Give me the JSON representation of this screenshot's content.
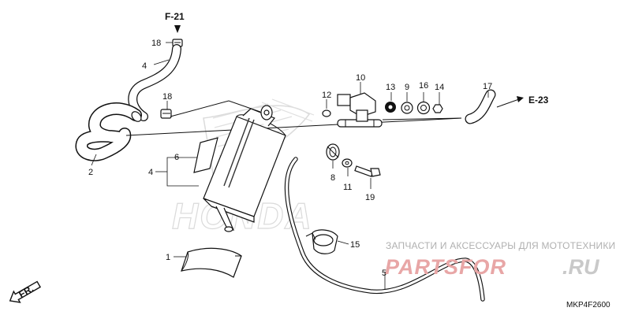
{
  "diagram": {
    "refs": {
      "top": "F-21",
      "right": "E-23"
    },
    "direction_label": "FR.",
    "diagram_code": "MKP4F2600",
    "parts": [
      {
        "id": "1"
      },
      {
        "id": "2"
      },
      {
        "id": "3"
      },
      {
        "id": "4"
      },
      {
        "id": "5"
      },
      {
        "id": "6"
      },
      {
        "id": "8"
      },
      {
        "id": "9"
      },
      {
        "id": "10"
      },
      {
        "id": "11"
      },
      {
        "id": "12"
      },
      {
        "id": "13"
      },
      {
        "id": "14"
      },
      {
        "id": "15"
      },
      {
        "id": "16"
      },
      {
        "id": "17"
      },
      {
        "id": "18"
      },
      {
        "id": "18b",
        "text": "18"
      },
      {
        "id": "19"
      }
    ]
  },
  "watermark": {
    "tagline": "ЗАПЧАСТИ И АКСЕССУАРЫ ДЛЯ МОТОТЕХНИКИ",
    "site_main": "PARTSFOR",
    "site_tld": ".RU",
    "brand_logo_text": "HONDA"
  }
}
